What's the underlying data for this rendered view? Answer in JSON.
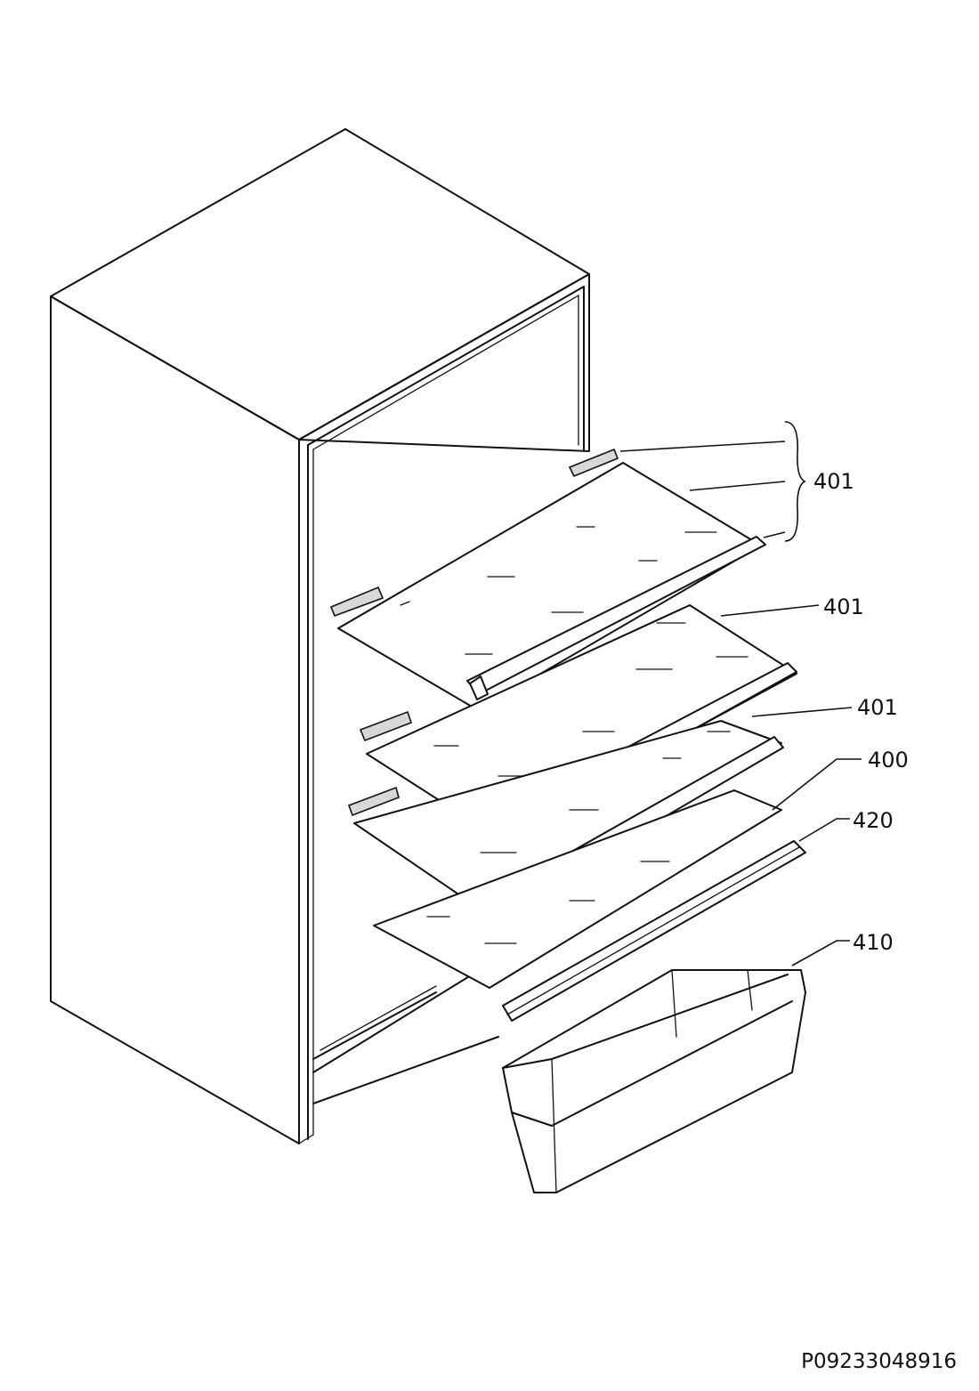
{
  "callouts": {
    "c1": "401",
    "c2": "401",
    "c3": "401",
    "c4": "400",
    "c5": "420",
    "c6": "410"
  },
  "drawing_ref": "P09233048916"
}
